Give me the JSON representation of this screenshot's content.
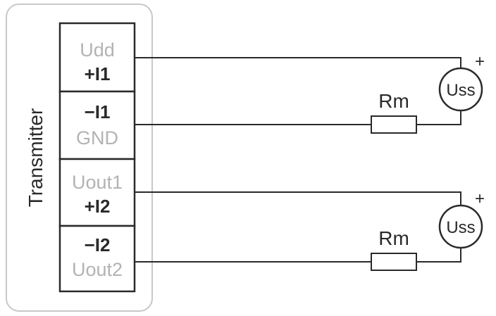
{
  "transmitter": {
    "label": "Transmitter",
    "terminals": [
      {
        "top": "Udd",
        "bottom": "+I1",
        "top_style": "grey",
        "bottom_style": "bold"
      },
      {
        "top": "−I1",
        "bottom": "GND",
        "top_style": "bold",
        "bottom_style": "grey"
      },
      {
        "top": "Uout1",
        "bottom": "+I2",
        "top_style": "grey",
        "bottom_style": "bold"
      },
      {
        "top": "−I2",
        "bottom": "Uout2",
        "top_style": "bold",
        "bottom_style": "grey"
      }
    ]
  },
  "loops": [
    {
      "resistor": "Rm",
      "source": "Uss",
      "polarity": "+"
    },
    {
      "resistor": "Rm",
      "source": "Uss",
      "polarity": "+"
    }
  ]
}
